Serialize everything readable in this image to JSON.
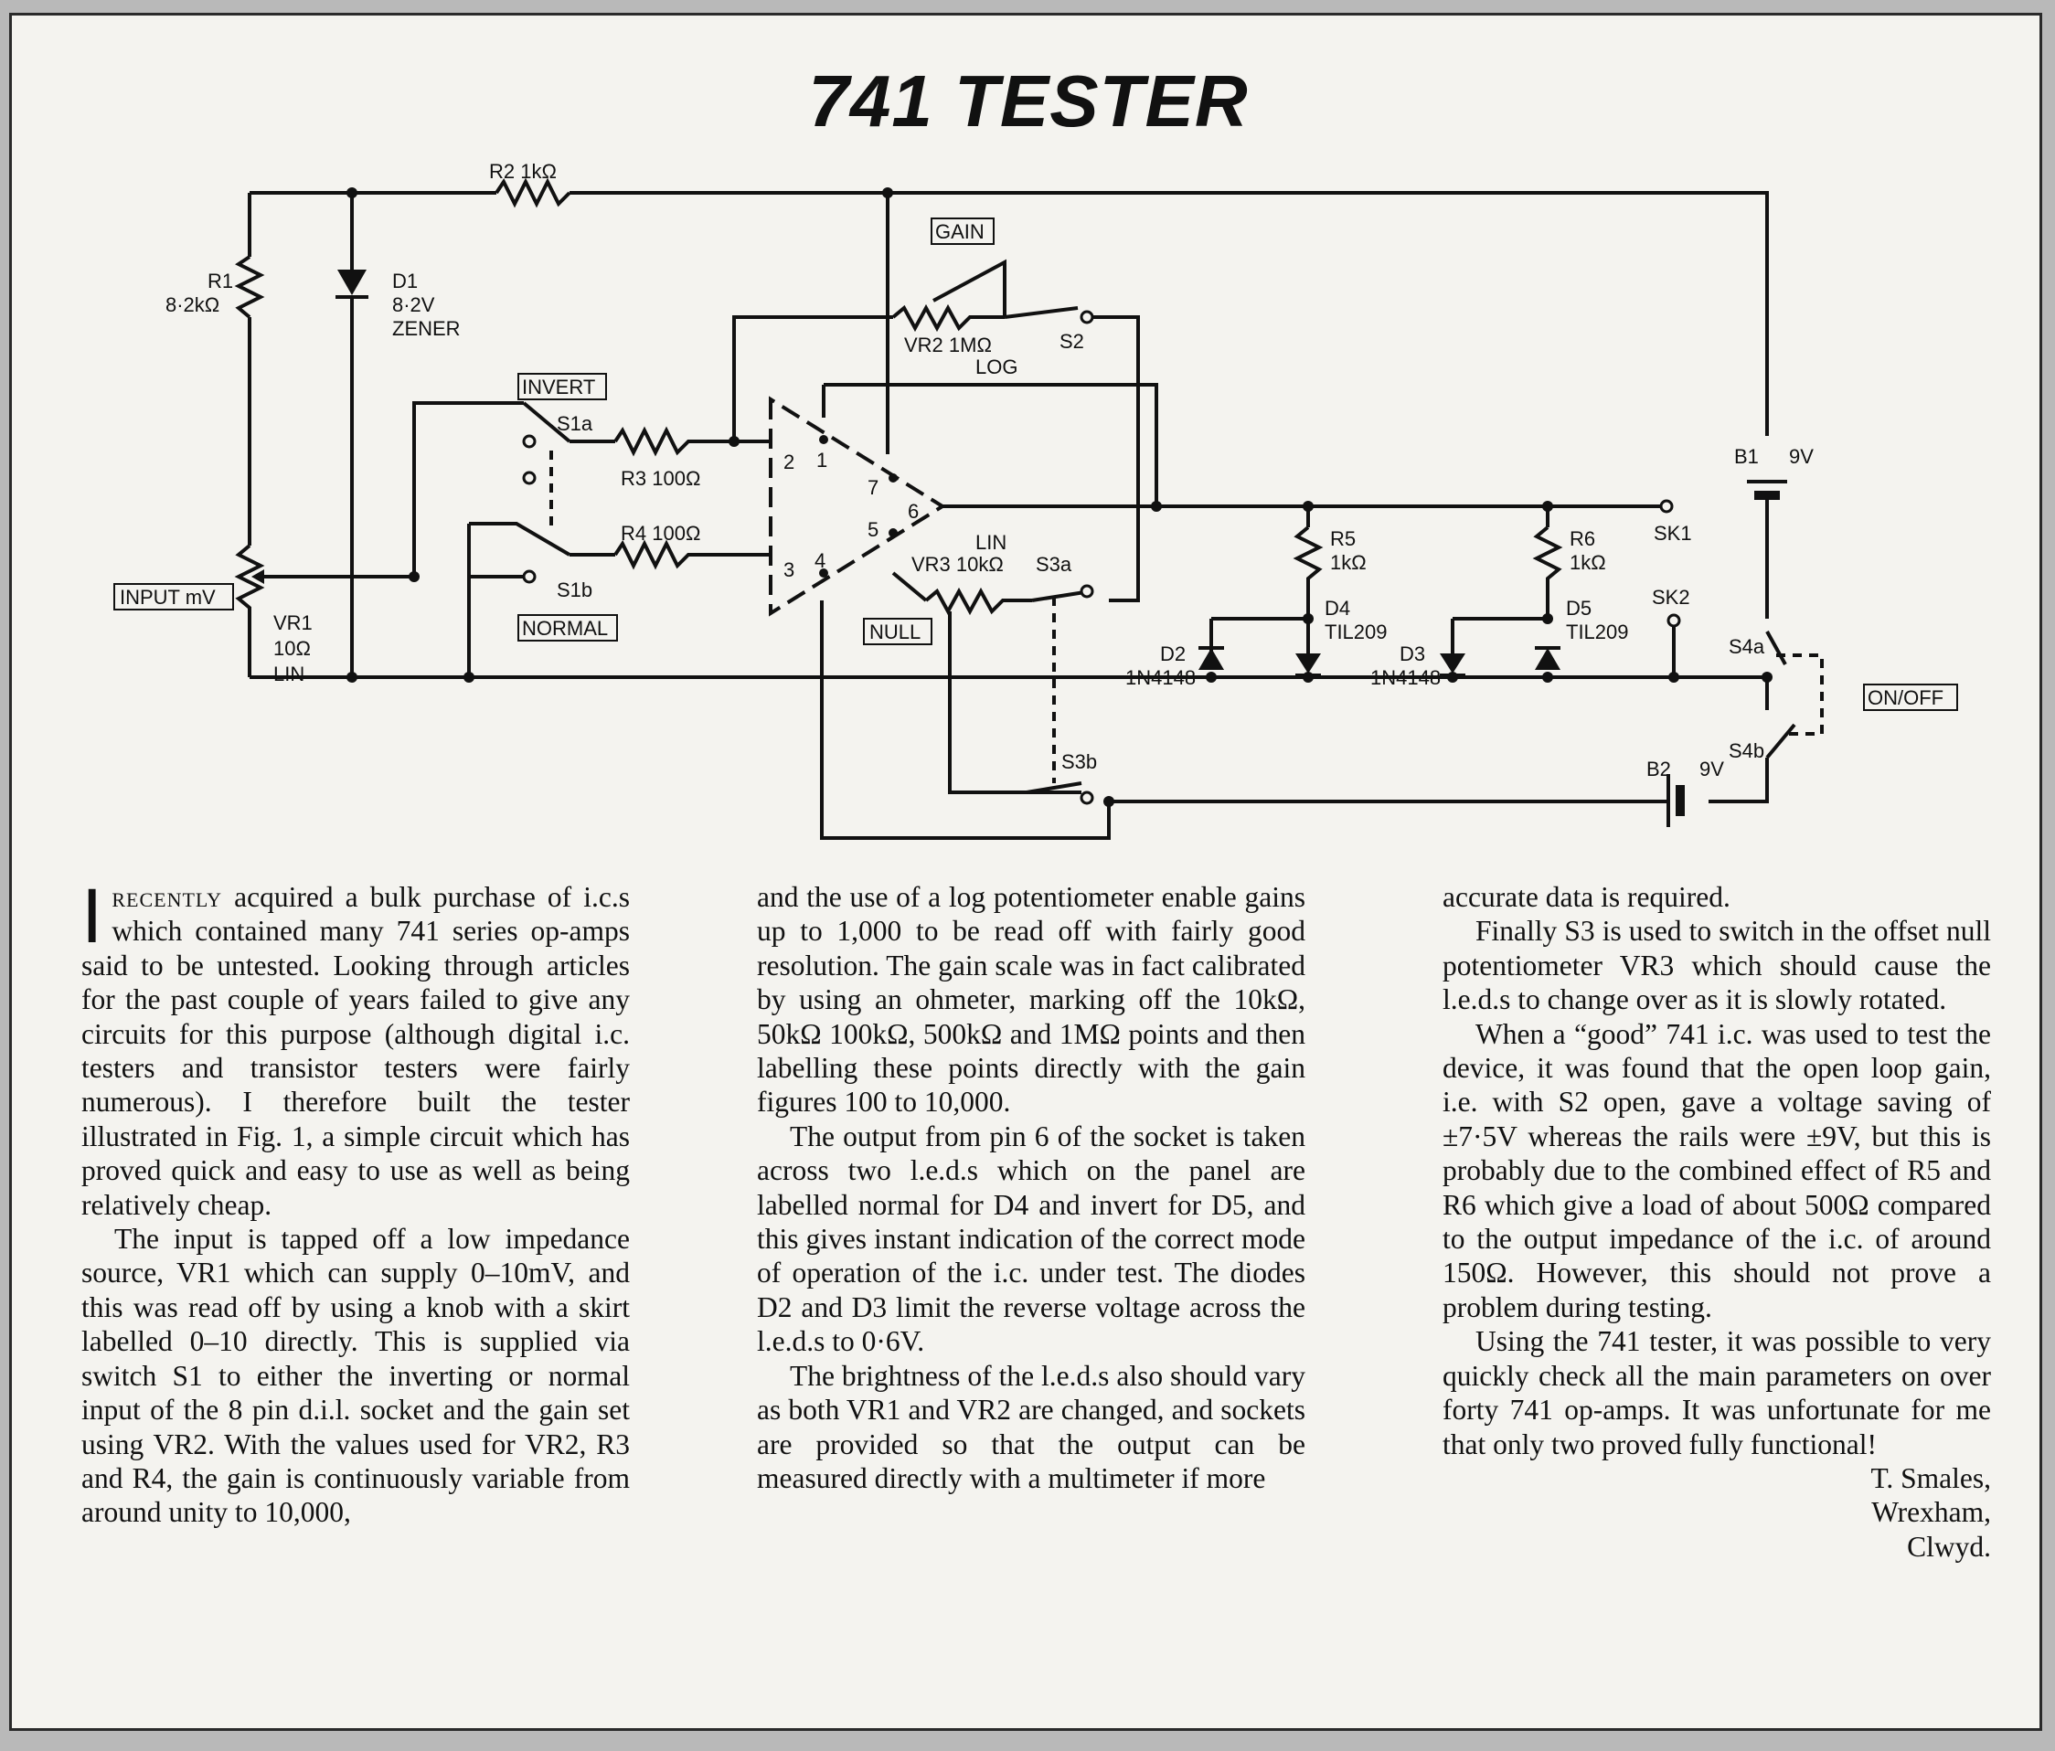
{
  "title": "741 TESTER",
  "schematic": {
    "labels": {
      "r2": "R2 1kΩ",
      "r1_name": "R1",
      "r1_value": "8·2kΩ",
      "d1_name": "D1",
      "d1_value": "8·2V",
      "d1_type": "ZENER",
      "gain": "GAIN",
      "vr2": "VR2 1MΩ",
      "vr2_taper": "LOG",
      "s2": "S2",
      "invert": "INVERT",
      "s1a": "S1a",
      "r3": "R3 100Ω",
      "r4": "R4 100Ω",
      "s1b": "S1b",
      "normal": "NORMAL",
      "input": "INPUT mV",
      "vr1_name": "VR1",
      "vr1_value": "10Ω",
      "vr1_taper": "LIN",
      "pin1": "1",
      "pin2": "2",
      "pin3": "3",
      "pin4": "4",
      "pin5": "5",
      "pin6": "6",
      "pin7": "7",
      "vr3_taper": "LIN",
      "vr3": "VR3 10kΩ",
      "s3a": "S3a",
      "null": "NULL",
      "r5_name": "R5",
      "r5_value": "1kΩ",
      "d4_name": "D4",
      "d4_type": "TIL209",
      "d2_name": "D2",
      "d2_type": "1N4148",
      "d3_name": "D3",
      "d3_type": "1N4148",
      "r6_name": "R6",
      "r6_value": "1kΩ",
      "d5_name": "D5",
      "d5_type": "TIL209",
      "sk1": "SK1",
      "sk2": "SK2",
      "b1": "B1",
      "b1_value": "9V",
      "s4a": "S4a",
      "onoff": "ON/OFF",
      "s4b": "S4b",
      "b2": "B2",
      "b2_value": "9V",
      "s3b": "S3b"
    }
  },
  "article": {
    "col1": {
      "dropcap": "I",
      "smallcaps": "recently",
      "p1_rest": " acquired a bulk purchase of i.c.s which contained many 741 series op-amps said to be untested. Looking through articles for the past couple of years failed to give any circuits for this purpose (although digital i.c. testers and transistor testers were fairly numerous). I therefore built the tester illustrated in Fig. 1, a simple circuit which has proved quick and easy to use as well as being relatively cheap.",
      "p2": "The input is tapped off a low impedance source, VR1 which can supply 0–10mV, and this was read off by using a knob with a skirt labelled 0–10 directly. This is supplied via switch S1 to either the inverting or normal input of the 8 pin d.i.l. socket and the gain set using VR2. With the values used for VR2, R3 and R4, the gain is continuously variable from around unity to 10,000,"
    },
    "col2": {
      "p1": "and the use of a log potentiometer enable gains up to 1,000 to be read off with fairly good resolution. The gain scale was in fact calibrated by using an ohmeter, marking off the 10kΩ, 50kΩ 100kΩ, 500kΩ and 1MΩ points and then labelling these points directly with the gain figures 100 to 10,000.",
      "p2": "The output from pin 6 of the socket is taken across two l.e.d.s which on the panel are labelled normal for D4 and invert for D5, and this gives instant indication of the correct mode of operation of the i.c. under test. The diodes D2 and D3 limit the reverse voltage across the l.e.d.s to 0·6V.",
      "p3": "The brightness of the l.e.d.s also should vary as both VR1 and VR2 are changed, and sockets are provided so that the output can be measured directly with a multimeter if more"
    },
    "col3": {
      "p1": "accurate data is required.",
      "p2": "Finally S3 is used to switch in the offset null potentiometer VR3 which should cause the l.e.d.s to change over as it is slowly rotated.",
      "p3": "When a “good” 741 i.c. was used to test the device, it was found that the open loop gain, i.e. with S2 open, gave a voltage saving of ±7·5V whereas the rails were ±9V, but this is probably due to the combined effect of R5 and R6 which give a load of about 500Ω compared to the output impedance of the i.c. of around 150Ω. However, this should not prove a problem during testing.",
      "p4": "Using the 741 tester, it was possible to very quickly check all the main parameters on over forty 741 op-amps. It was unfortunate for me that only two proved fully functional!",
      "sig_name": "T. Smales,",
      "sig_town": "Wrexham,",
      "sig_county": "Clwyd."
    }
  }
}
